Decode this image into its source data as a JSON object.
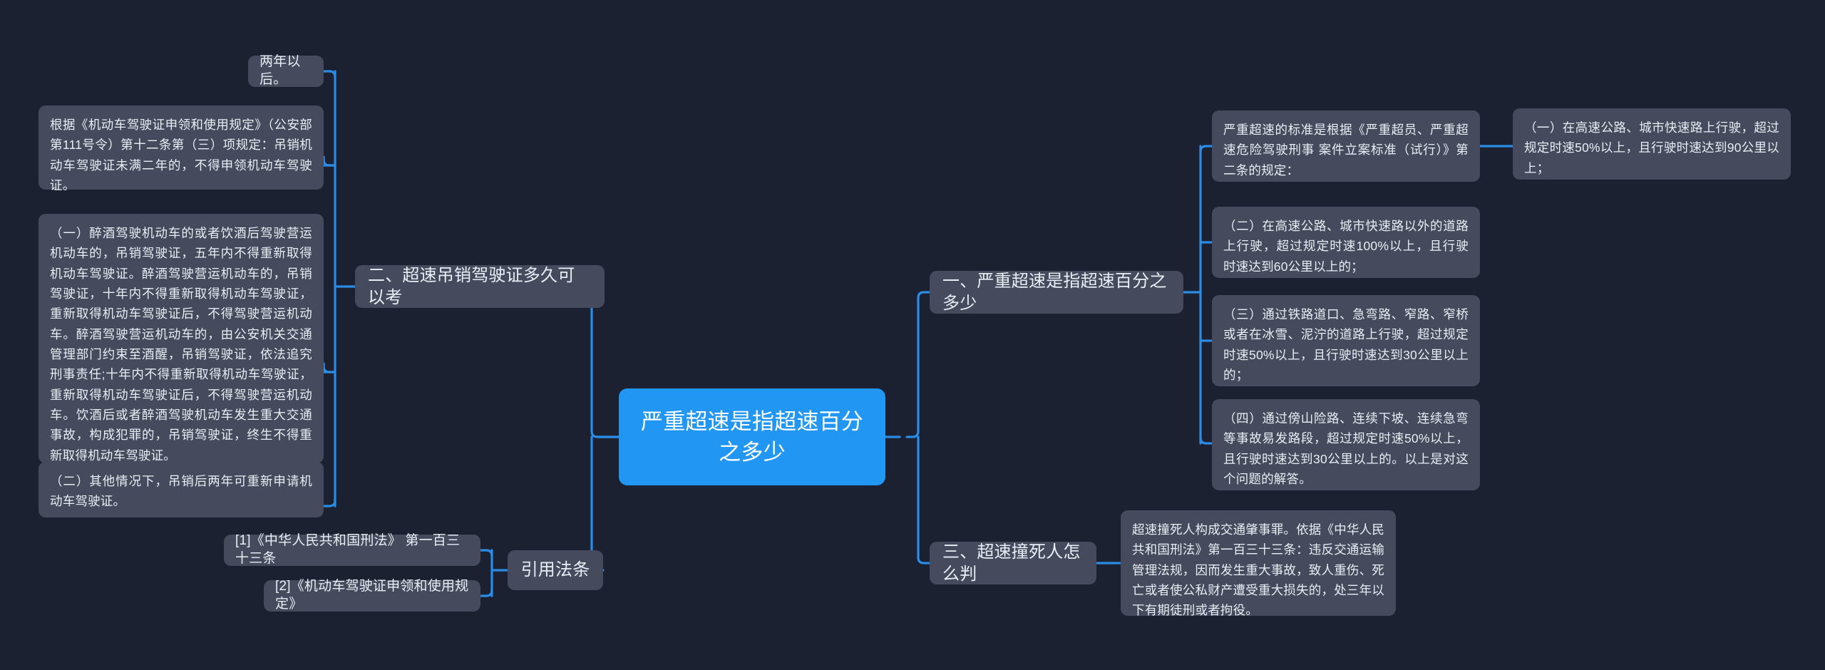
{
  "theme": {
    "background_color": "#1b2130",
    "node_color": "#454b5c",
    "root_color": "#2196f3",
    "line_color": "#2b8ce6",
    "text_color": "#e9edf4"
  },
  "root": {
    "label": "严重超速是指超速百分之多少"
  },
  "branches": {
    "left": [
      {
        "id": "branch-2",
        "label": "二、超速吊销驾驶证多久可以考",
        "children": [
          {
            "id": "l2-c1",
            "label": "两年以后。"
          },
          {
            "id": "l2-c2",
            "label": " 根据《机动车驾驶证申领和使用规定》（公安部第111号令）第十二条第（三）项规定：吊销机动车驾驶证未满二年的，不得申领机动车驾驶证。"
          },
          {
            "id": "l2-c3",
            "label": "（一）醉酒驾驶机动车的或者饮酒后驾驶营运机动车的，吊销驾驶证，五年内不得重新取得机动车驾驶证。醉酒驾驶营运机动车的，吊销驾驶证，十年内不得重新取得机动车驾驶证，重新取得机动车驾驶证后，不得驾驶营运机动车。醉酒驾驶营运机动车的，由公安机关交通管理部门约束至酒醒，吊销驾驶证，依法追究刑事责任;十年内不得重新取得机动车驾驶证，重新取得机动车驾驶证后，不得驾驶营运机动车。饮酒后或者醉酒驾驶机动车发生重大交通事故，构成犯罪的，吊销驾驶证，终生不得重新取得机动车驾驶证。"
          },
          {
            "id": "l2-c4",
            "label": "（二）其他情况下，吊销后两年可重新申请机动车驾驶证。"
          }
        ]
      },
      {
        "id": "branch-refs",
        "label": "引用法条",
        "children": [
          {
            "id": "ref-1",
            "label": "[1]《中华人民共和国刑法》 第一百三十三条"
          },
          {
            "id": "ref-2",
            "label": "[2]《机动车驾驶证申领和使用规定》"
          }
        ]
      }
    ],
    "right": [
      {
        "id": "branch-1",
        "label": "一、严重超速是指超速百分之多少",
        "children": [
          {
            "id": "r1-c1",
            "label": " 严重超速的标准是根据《严重超员、严重超速危险驾驶刑事 案件立案标准（试行）》第二条的规定："
          },
          {
            "id": "r1-c2",
            "label": "（二）在高速公路、城市快速路以外的道路上行驶，超过规定时速100%以上，且行驶时速达到60公里以上的；"
          },
          {
            "id": "r1-c3",
            "label": "（三）通过铁路道口、急弯路、窄路、窄桥或者在冰雪、泥泞的道路上行驶，超过规定时速50%以上，且行驶时速达到30公里以上的；"
          },
          {
            "id": "r1-c4",
            "label": "（四）通过傍山险路、连续下坡、连续急弯等事故易发路段，超过规定时速50%以上，且行驶时速达到30公里以上的。以上是对这个问题的解答。"
          }
        ],
        "grandchild": {
          "id": "r1-c1-a",
          "label": "（一）在高速公路、城市快速路上行驶，超过规定时速50%以上，且行驶时速达到90公里以上；"
        }
      },
      {
        "id": "branch-3",
        "label": "三、超速撞死人怎么判",
        "children": [
          {
            "id": "r3-c1",
            "label": "超速撞死人构成交通肇事罪。依据《中华人民共和国刑法》第一百三十三条：违反交通运输管理法规，因而发生重大事故，致人重伤、死亡或者使公私财产遭受重大损失的，处三年以下有期徒刑或者拘役。"
          }
        ]
      }
    ]
  }
}
